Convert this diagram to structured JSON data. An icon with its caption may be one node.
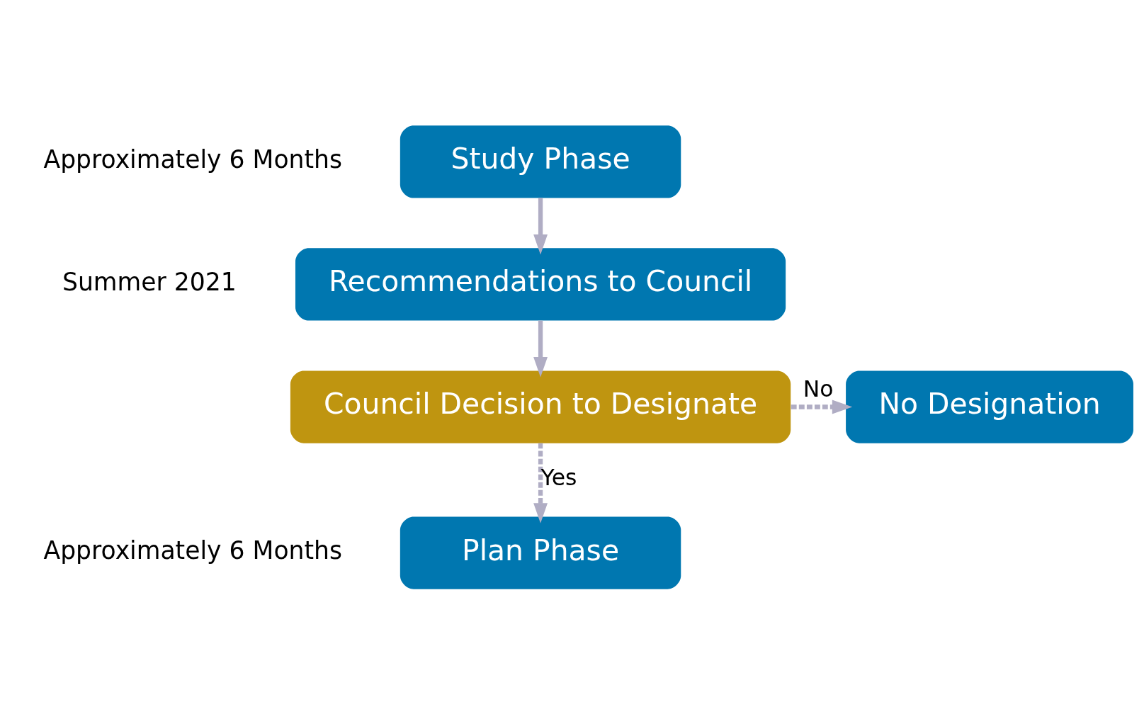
{
  "diagram": {
    "nodes": [
      {
        "text": [
          "Study Phase"
        ],
        "beside": [
          "Approximately 6 Months"
        ]
      },
      {
        "text": [
          "Recommendations to Council"
        ]
      },
      {
        "text": [
          "Council Decision to Designate"
        ]
      },
      {
        "text": [
          "No Designation"
        ]
      },
      {
        "text": [
          "Plan Phase"
        ],
        "beside": [
          "Approximately 6 Months"
        ]
      }
    ],
    "edges": [
      {
        "from": 0,
        "to": 1,
        "arrow": "to"
      },
      {
        "from": 1,
        "to": 2,
        "arrow": "to"
      },
      {
        "from": 2,
        "to": 3,
        "arrow": "to",
        "label": "No",
        "style": "dashed"
      },
      {
        "from": 2,
        "to": 4,
        "arrow": "to",
        "label": "Yes",
        "style": "dashed"
      }
    ],
    "labels": [
      "Summer 2021"
    ]
  }
}
